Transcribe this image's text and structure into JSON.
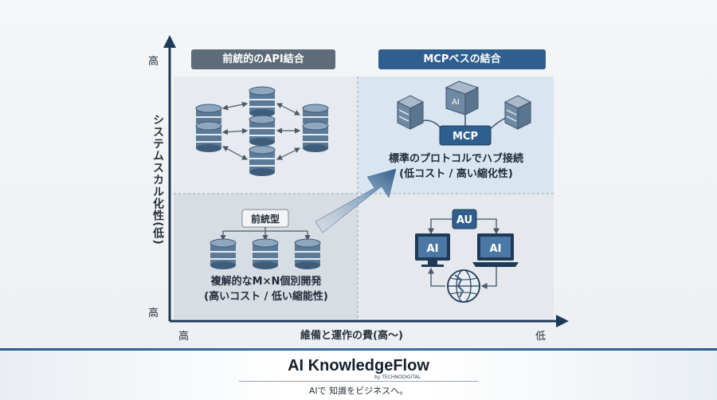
{
  "axes": {
    "y_top": "高",
    "y_bottom": "高",
    "y_title": "システムスカル化性(低)",
    "x_left": "高",
    "x_right": "低",
    "x_title": "維備と運作の費(高〜)"
  },
  "quadrants": {
    "top_left_header": "前統的のAPI結合",
    "top_right_header": "MCPベスの結合",
    "top_right": {
      "ai_box": "AI",
      "hub": "MCP",
      "line1": "標準のプロトコルでハブ接続",
      "line2": "(低コスト / 高い縮化性)"
    },
    "bottom_left": {
      "hub": "前統型",
      "line1": "複解的なM×N個別開発",
      "line2": "(高いコスト / 低い縮能性)"
    },
    "bottom_right": {
      "hub": "AU",
      "left_screen": "AI",
      "right_screen": "AI"
    }
  },
  "footer": {
    "brand": "AI KnowledgeFlow",
    "by": "by TECHNODIGITAL",
    "tagline": "AIで 知識をビジネスへ。"
  },
  "colors": {
    "dark_blue": "#2f5f8e",
    "slate": "#5d6a78",
    "accent": "#3b6da0"
  }
}
